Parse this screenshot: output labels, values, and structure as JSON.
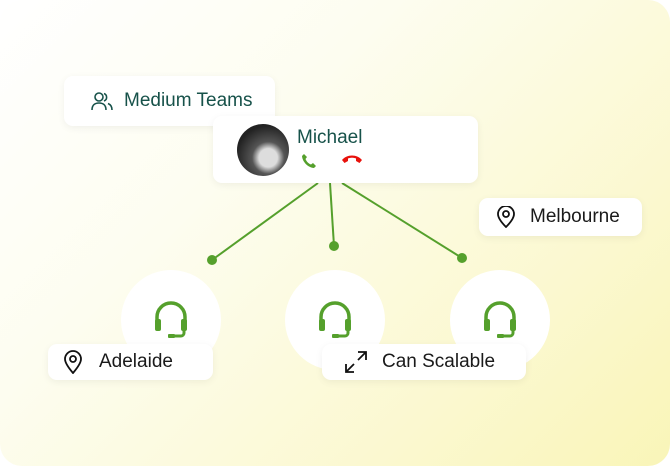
{
  "team_badge": {
    "label": "Medium Teams",
    "icon": "users-icon"
  },
  "contact": {
    "name": "Michael",
    "accept_icon": "phone-icon",
    "decline_icon": "phone-hangup-icon"
  },
  "location_badges": [
    {
      "label": "Melbourne",
      "icon": "map-pin-icon"
    },
    {
      "label": "Adelaide",
      "icon": "map-pin-icon"
    }
  ],
  "scalable_badge": {
    "label": "Can Scalable",
    "icon": "expand-icon"
  },
  "agents": [
    {
      "icon": "headset-icon"
    },
    {
      "icon": "headset-icon"
    },
    {
      "icon": "headset-icon"
    }
  ],
  "colors": {
    "accent": "#55a02c",
    "decline": "#e8120c",
    "teal": "#17524a"
  }
}
